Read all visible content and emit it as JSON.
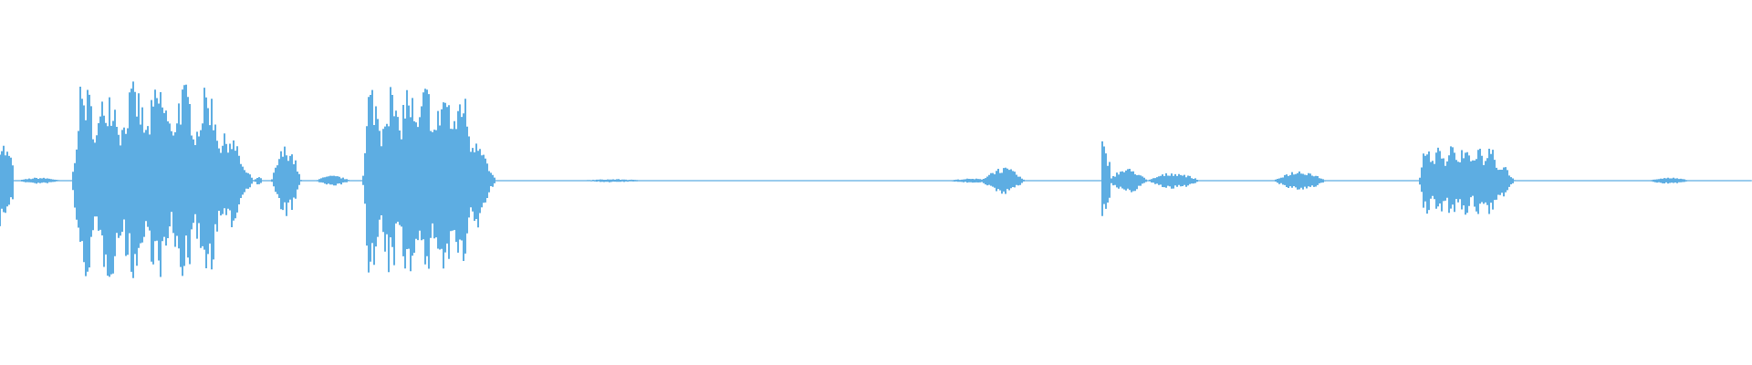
{
  "waveform": {
    "color": "#5dade2",
    "baseline_level": 0.004,
    "time_samples": 960,
    "segments": [
      {
        "start": 0.0,
        "end": 0.008,
        "peak": 0.45,
        "shape": "burst"
      },
      {
        "start": 0.01,
        "end": 0.035,
        "peak": 0.03,
        "shape": "swell"
      },
      {
        "start": 0.041,
        "end": 0.145,
        "peak": 0.95,
        "shape": "speech"
      },
      {
        "start": 0.145,
        "end": 0.15,
        "peak": 0.04,
        "shape": "swell"
      },
      {
        "start": 0.155,
        "end": 0.172,
        "peak": 0.35,
        "shape": "swell"
      },
      {
        "start": 0.18,
        "end": 0.2,
        "peak": 0.05,
        "shape": "swell"
      },
      {
        "start": 0.207,
        "end": 0.283,
        "peak": 0.95,
        "shape": "speech"
      },
      {
        "start": 0.33,
        "end": 0.37,
        "peak": 0.015,
        "shape": "swell"
      },
      {
        "start": 0.54,
        "end": 0.57,
        "peak": 0.02,
        "shape": "swell"
      },
      {
        "start": 0.56,
        "end": 0.585,
        "peak": 0.13,
        "shape": "swell"
      },
      {
        "start": 0.629,
        "end": 0.634,
        "peak": 0.4,
        "shape": "burst"
      },
      {
        "start": 0.632,
        "end": 0.655,
        "peak": 0.12,
        "shape": "swell"
      },
      {
        "start": 0.655,
        "end": 0.685,
        "peak": 0.08,
        "shape": "swell"
      },
      {
        "start": 0.727,
        "end": 0.757,
        "peak": 0.1,
        "shape": "swell"
      },
      {
        "start": 0.81,
        "end": 0.865,
        "peak": 0.35,
        "shape": "speech"
      },
      {
        "start": 0.94,
        "end": 0.965,
        "peak": 0.03,
        "shape": "swell"
      }
    ]
  }
}
